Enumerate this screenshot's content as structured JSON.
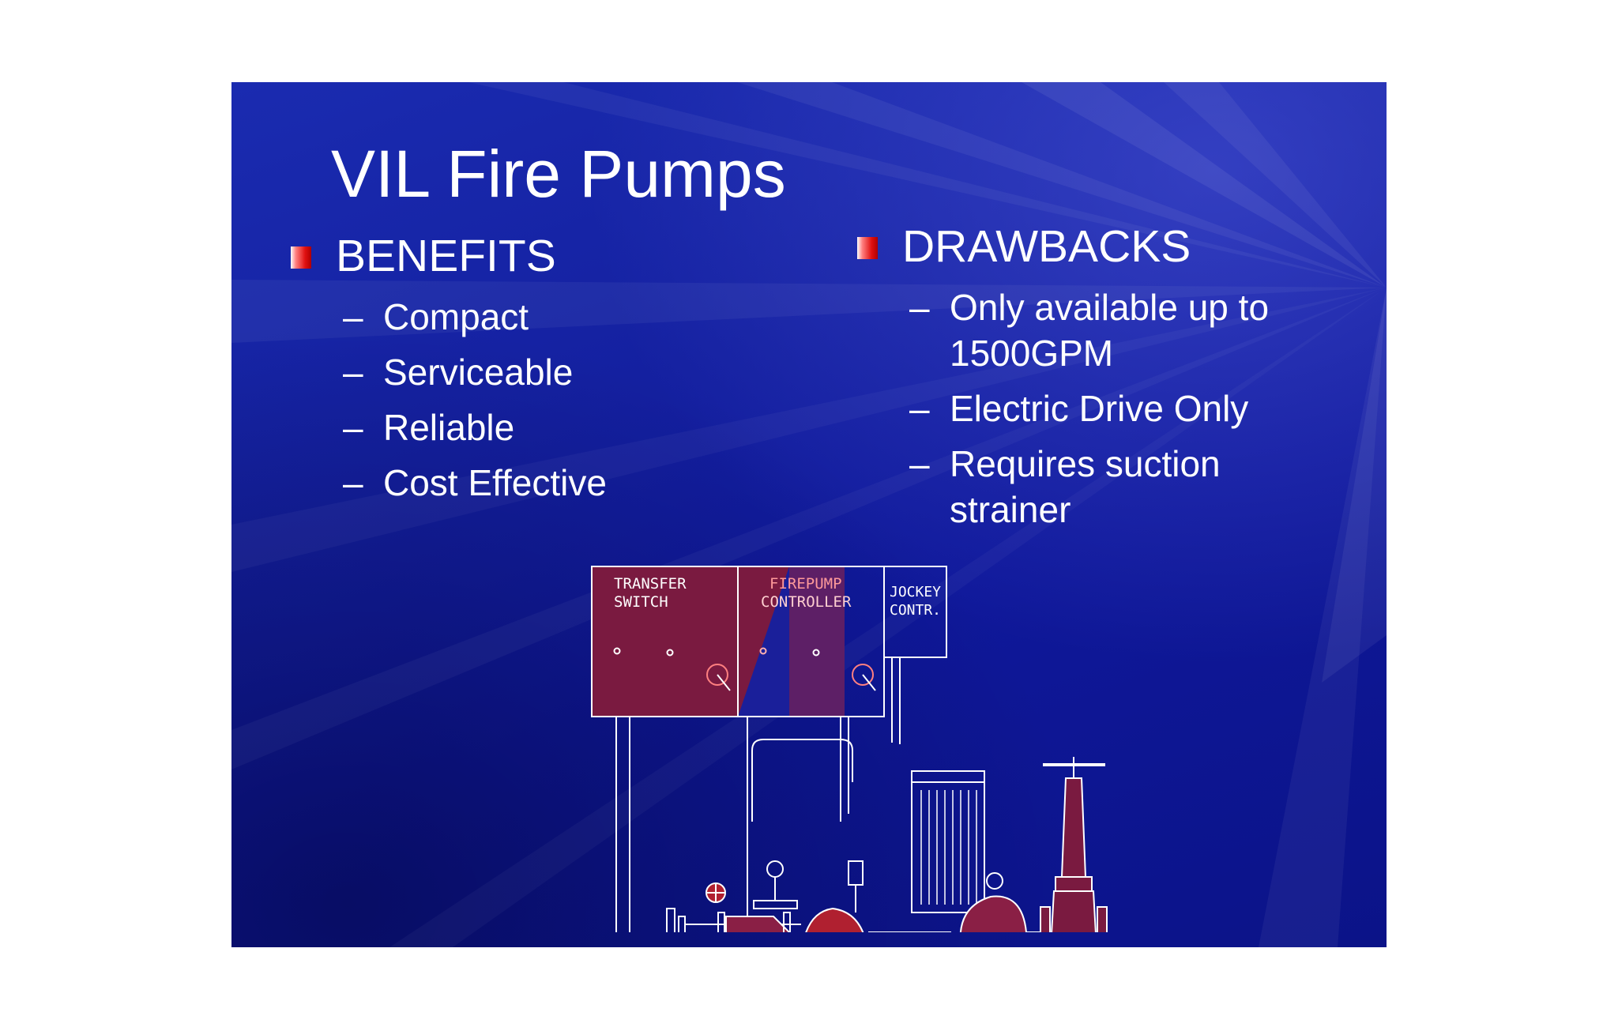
{
  "slide": {
    "title": "VIL Fire Pumps",
    "benefits": {
      "heading": "BENEFITS",
      "items": [
        "Compact",
        "Serviceable",
        "Reliable",
        "Cost Effective"
      ]
    },
    "drawbacks": {
      "heading": "DRAWBACKS",
      "items": [
        "Only available up to 1500GPM",
        "Electric Drive Only",
        "Requires suction strainer"
      ]
    }
  },
  "diagram": {
    "transfer_switch_line1": "TRANSFER",
    "transfer_switch_line2": "SWITCH",
    "controller_line1": "FIREPUMP",
    "controller_line2": "CONTROLLER",
    "jockey_line1": "JOCKEY",
    "jockey_line2": "CONTR."
  },
  "colors": {
    "background": "#1420a0",
    "bullet": "#e01010",
    "text": "#ffffff",
    "panel_fill": "#8a1a3c",
    "line": "#ffffff"
  },
  "dash": "–"
}
